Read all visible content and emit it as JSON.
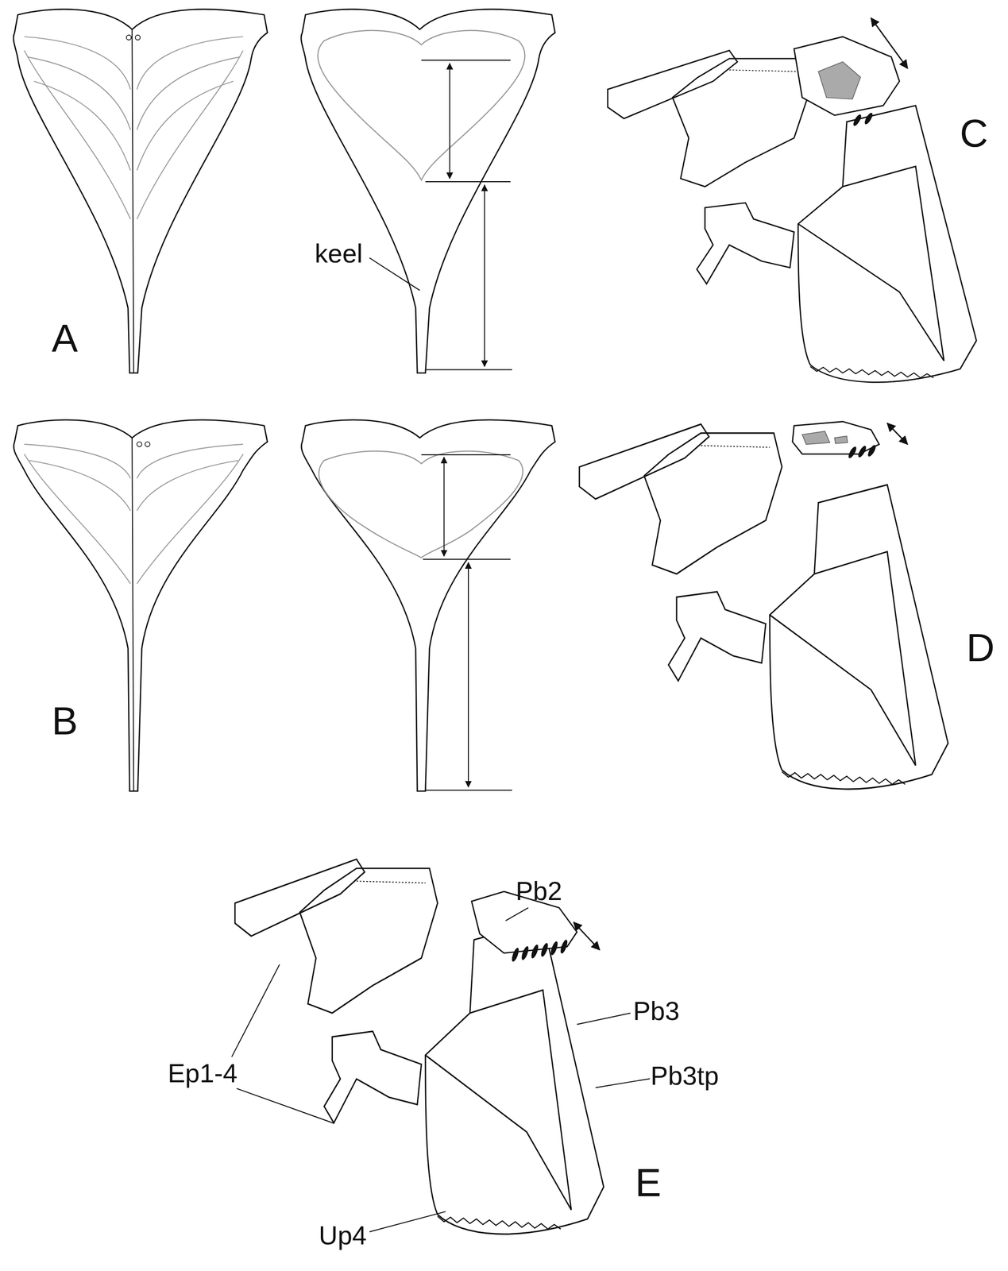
{
  "diagram": {
    "labels": [
      "A",
      "keel",
      "B",
      "C",
      "D",
      "Pb2",
      "Pb3",
      "Pb3tp",
      "Ep1-4",
      "Up4",
      "E"
    ]
  }
}
